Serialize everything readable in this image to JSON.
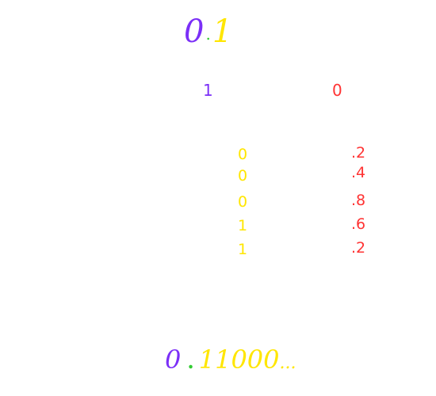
{
  "colors": {
    "purple": "#7b2ff7",
    "yellow": "#ffe600",
    "green": "#33cc33",
    "red": "#ff3333"
  },
  "title": {
    "integer": "0",
    "dot": ".",
    "fraction": "1"
  },
  "header": {
    "left": "1",
    "right": "0"
  },
  "bits": [
    "0",
    "0",
    "0",
    "1",
    "1"
  ],
  "remainders": [
    ".2",
    ".4",
    ".8",
    ".6",
    ".2"
  ],
  "result": {
    "integer": "0",
    "dot": ".",
    "digits": "11000",
    "ellipsis": "..."
  }
}
